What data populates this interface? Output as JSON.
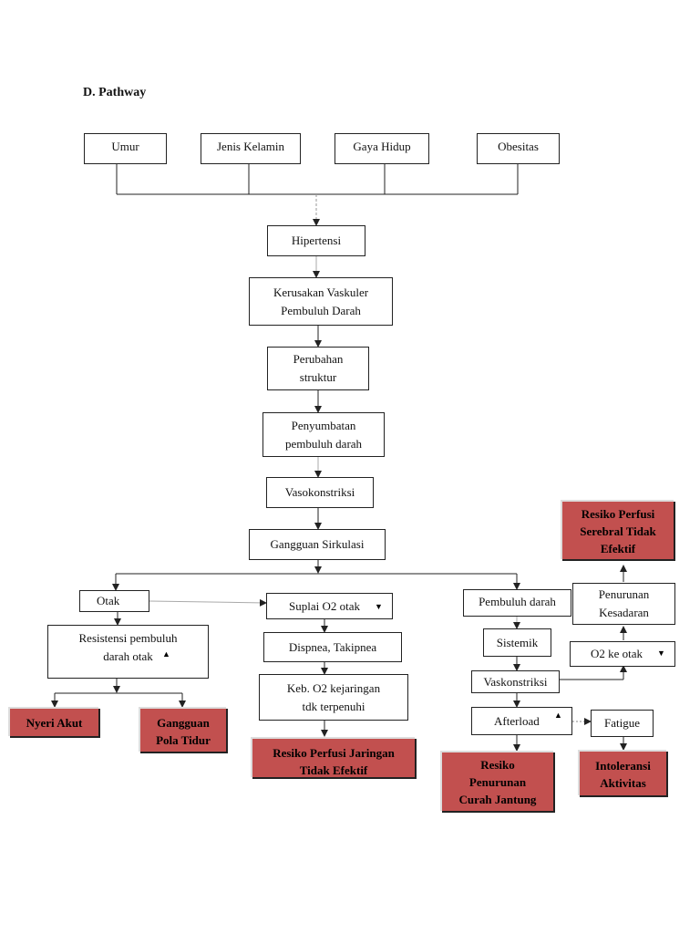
{
  "heading": "D.  Pathway",
  "boxes": {
    "umur": "Umur",
    "jenis_kelamin": "Jenis Kelamin",
    "gaya_hidup": "Gaya Hidup",
    "obesitas": "Obesitas",
    "hipertensi": "Hipertensi",
    "kerusakan": "Kerusakan Vaskuler\nPembuluh Darah",
    "perubahan": "Perubahan\nstruktur",
    "penyumbatan": "Penyumbatan\npembuluh darah",
    "vasokonstriksi": "Vasokonstriksi",
    "gangguan_sirkulasi": "Gangguan Sirkulasi",
    "otak": "Otak",
    "resistensi": "Resistensi pembuluh\ndarah otak",
    "suplai": "Suplai O2 otak",
    "dispnea": "Dispnea, Takipnea",
    "keb_o2": "Keb. O2 kejaringan\ntdk terpenuhi",
    "pembuluh_darah": "Pembuluh darah",
    "sistemik": "Sistemik",
    "vaskonstriksi": "Vaskonstriksi",
    "afterload": "Afterload",
    "fatigue": "Fatigue",
    "o2_ke_otak": "O2 ke otak",
    "penurunan_kesadaran": "Penurunan\nKesadaran"
  },
  "diagnoses": {
    "nyeri_akut": "Nyeri Akut",
    "gangguan_pola_tidur": "Gangguan\nPola Tidur",
    "resiko_perfusi_jaringan": "Resiko Perfusi Jaringan\nTidak Efektif",
    "resiko_penurunan_curah_jantung": "Resiko\nPenurunan\nCurah Jantung",
    "intoleransi_aktivitas": "Intoleransi\nAktivitas",
    "resiko_perfusi_serebral": "Resiko Perfusi\nSerebral Tidak\nEfektif"
  },
  "colors": {
    "diagnosis_fill": "#c2504f",
    "line": "#222222"
  }
}
